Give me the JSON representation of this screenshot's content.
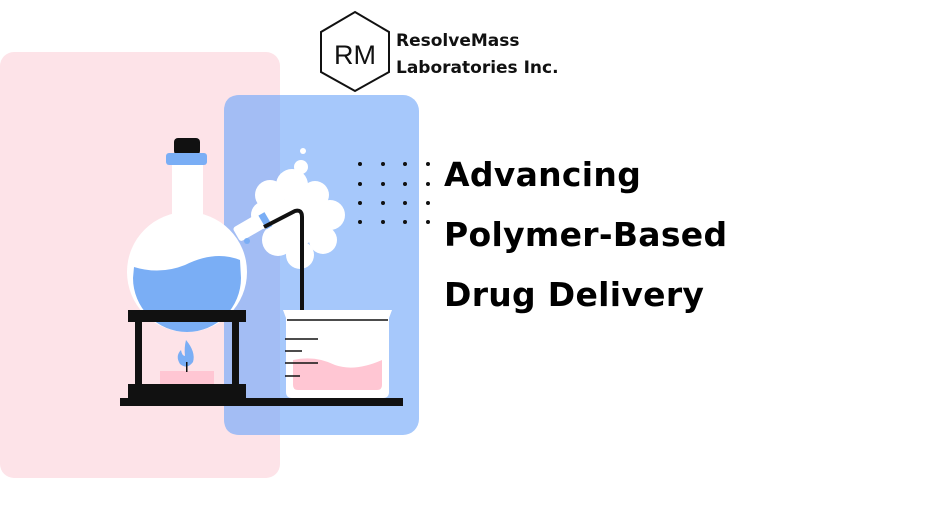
{
  "logo": {
    "monogram": "RM",
    "name_line1": "ResolveMass",
    "name_line2": "Laboratories Inc."
  },
  "headline": {
    "lines": [
      "Advancing",
      "Polymer-Based",
      "Drug Delivery"
    ]
  },
  "colors": {
    "pink_panel": "#fde3e8",
    "blue_panel": "#a6c8fb",
    "liquid_blue": "#7aaef5",
    "liquid_pink": "#ffc6d3"
  }
}
